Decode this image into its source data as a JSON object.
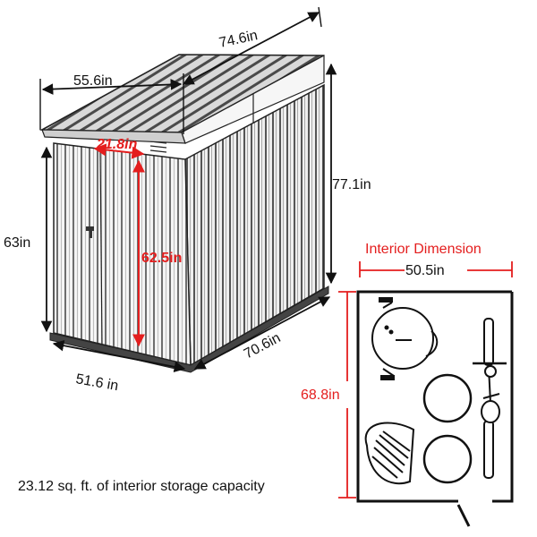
{
  "colors": {
    "accent": "#e41e1e",
    "ink": "#111111",
    "shed_panel": "#3a3a3a",
    "shed_rib": "#9a9a9a",
    "roof": "#5a5a5a"
  },
  "exterior": {
    "roof_depth": "74.6in",
    "roof_width": "55.6in",
    "door_width": "21.8in",
    "total_height": "77.1in",
    "front_height": "63in",
    "door_height": "62.5in",
    "base_width": "51.6 in",
    "base_depth": "70.6in"
  },
  "interior": {
    "title": "Interior Dimension",
    "width": "50.5in",
    "depth": "68.8in"
  },
  "capacity_note": "23.12 sq. ft. of interior storage capacity"
}
